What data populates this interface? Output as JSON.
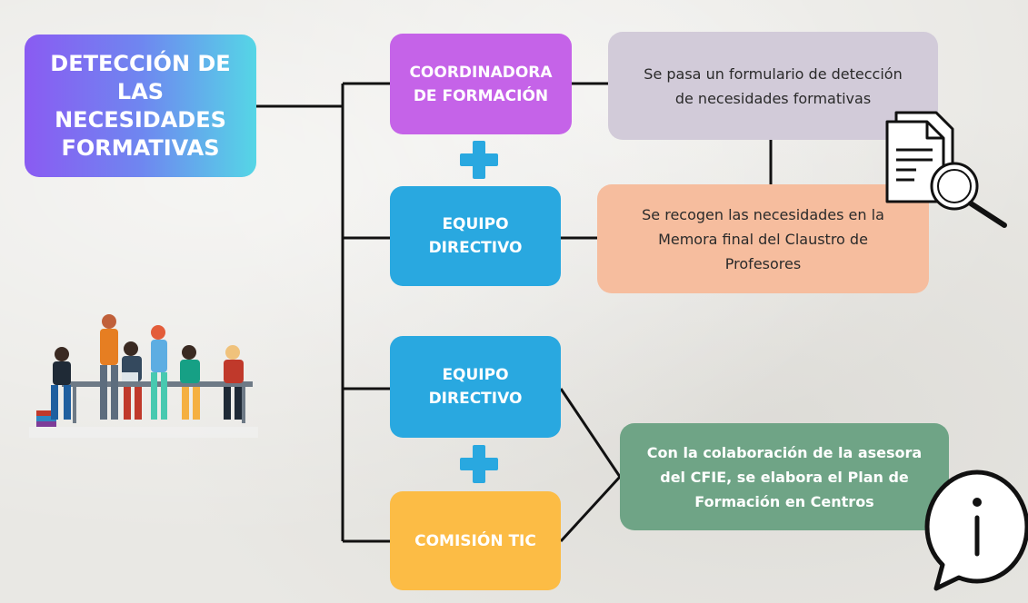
{
  "title": "DETECCIÓN DE\nLAS\nNECESIDADES\nFORMATIVAS",
  "nodes": {
    "coordinadora": "COORDINADORA\nDE FORMACIÓN",
    "equipo_directivo_1": "EQUIPO\nDIRECTIVO",
    "equipo_directivo_2": "EQUIPO\nDIRECTIVO",
    "comision_tic": "COMISIÓN TIC"
  },
  "notes": {
    "formulario": "Se pasa un formulario de detección\nde necesidades formativas",
    "memoria": "Se recogen las necesidades en la\nMemora final del Claustro de\nProfesores",
    "cfie": "Con la colaboración de la asesora\ndel CFIE, se elabora el Plan de\nFormación en Centros"
  },
  "colors": {
    "title_gradient": [
      "#8a5bf2",
      "#55d6e6"
    ],
    "coordinadora": "#c563e8",
    "equipo_directivo": "#29a8e0",
    "comision_tic": "#fcbc45",
    "plus": "#29a8e0",
    "note_formulario": "#d2cbd9",
    "note_memoria": "#f6bd9e",
    "note_cfie": "#6fa486"
  },
  "icons": [
    "plus-icon",
    "document-search-icon",
    "info-bubble-icon",
    "team-meeting-illustration"
  ]
}
